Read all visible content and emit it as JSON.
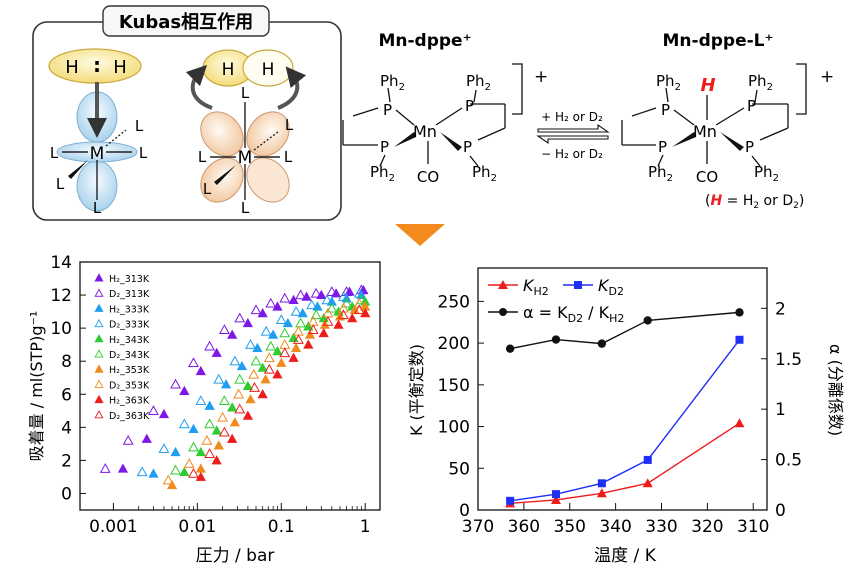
{
  "kubas": {
    "title": "Kubas相互作用",
    "h": "H",
    "colon": ":",
    "m": "M",
    "l": "L"
  },
  "complex1": {
    "name": "Mn-dppe⁺",
    "charge": "+",
    "p": "P",
    "ph2": "Ph",
    "sub2": "2",
    "mn": "Mn",
    "co": "CO"
  },
  "complex2": {
    "name": "Mn-dppe-L⁺",
    "charge": "+",
    "h_label": "H",
    "note_open": "(",
    "note_h": "H",
    "note_rest": " = H",
    "note_sub": "2",
    "note_or": " or D",
    "note_close": ")"
  },
  "equilibrium": {
    "forward": "+ H₂ or D₂",
    "reverse": "− H₂ or D₂"
  },
  "colors": {
    "h2": "#ee1c1c",
    "d2": "#1f2ff5",
    "alpha": "#111111",
    "arrow": "#f28a1e",
    "h2_313": "#7e18e6",
    "h2_333": "#1f9df0",
    "h2_343": "#2ecc2e",
    "h2_353": "#f08a1e",
    "h2_363": "#ee1c1c"
  },
  "chart_data": [
    {
      "type": "scatter",
      "title": "",
      "xlabel": "圧力 / bar",
      "ylabel": "吸着量 / ml(STP)g⁻¹",
      "xscale": "log",
      "xlim": [
        0.0004,
        1.5
      ],
      "ylim": [
        -1,
        14
      ],
      "xticks": [
        0.001,
        0.01,
        0.1,
        1
      ],
      "xtick_labels": [
        "0.001",
        "0.01",
        "0.1",
        "1"
      ],
      "yticks": [
        0,
        2,
        4,
        6,
        8,
        10,
        12,
        14
      ],
      "legend": "top-left",
      "series": [
        {
          "name": "H₂_313K",
          "marker": "filled",
          "color": "#7e18e6",
          "x": [
            0.0013,
            0.0025,
            0.004,
            0.007,
            0.011,
            0.017,
            0.026,
            0.04,
            0.06,
            0.09,
            0.14,
            0.2,
            0.3,
            0.45,
            0.65,
            0.95
          ],
          "y": [
            1.5,
            3.3,
            4.8,
            6.2,
            7.4,
            8.5,
            9.6,
            10.3,
            10.9,
            11.3,
            11.7,
            11.9,
            12.0,
            12.1,
            12.2,
            12.3
          ]
        },
        {
          "name": "D₂_313K",
          "marker": "open",
          "color": "#7e18e6",
          "x": [
            0.0008,
            0.0015,
            0.003,
            0.0055,
            0.009,
            0.014,
            0.021,
            0.032,
            0.05,
            0.075,
            0.11,
            0.17,
            0.26,
            0.4,
            0.6,
            0.9
          ],
          "y": [
            1.5,
            3.2,
            5.0,
            6.6,
            7.9,
            8.9,
            9.9,
            10.6,
            11.1,
            11.5,
            11.8,
            12.0,
            12.1,
            12.2,
            12.2,
            12.3
          ]
        },
        {
          "name": "H₂_333K",
          "marker": "filled",
          "color": "#1f9df0",
          "x": [
            0.003,
            0.0055,
            0.009,
            0.014,
            0.022,
            0.034,
            0.052,
            0.08,
            0.12,
            0.18,
            0.27,
            0.4,
            0.6,
            0.9
          ],
          "y": [
            1.2,
            2.5,
            3.9,
            5.3,
            6.6,
            7.7,
            8.8,
            9.6,
            10.3,
            10.9,
            11.3,
            11.6,
            11.8,
            12.0
          ]
        },
        {
          "name": "D₂_333K",
          "marker": "open",
          "color": "#1f9df0",
          "x": [
            0.0022,
            0.004,
            0.007,
            0.011,
            0.018,
            0.028,
            0.043,
            0.066,
            0.1,
            0.15,
            0.23,
            0.35,
            0.55,
            0.85
          ],
          "y": [
            1.3,
            2.7,
            4.2,
            5.6,
            6.9,
            8.0,
            9.0,
            9.8,
            10.5,
            11.0,
            11.4,
            11.7,
            11.9,
            12.1
          ]
        },
        {
          "name": "H₂_343K",
          "marker": "filled",
          "color": "#2ecc2e",
          "x": [
            0.007,
            0.011,
            0.017,
            0.026,
            0.04,
            0.06,
            0.09,
            0.14,
            0.21,
            0.32,
            0.48,
            0.7,
            1.0
          ],
          "y": [
            1.3,
            2.5,
            3.8,
            5.2,
            6.5,
            7.6,
            8.6,
            9.4,
            10.1,
            10.6,
            11.0,
            11.3,
            11.6
          ]
        },
        {
          "name": "D₂_343K",
          "marker": "open",
          "color": "#2ecc2e",
          "x": [
            0.0055,
            0.009,
            0.014,
            0.021,
            0.032,
            0.05,
            0.075,
            0.11,
            0.17,
            0.26,
            0.4,
            0.6,
            0.9
          ],
          "y": [
            1.4,
            2.8,
            4.2,
            5.6,
            6.9,
            8.0,
            8.9,
            9.7,
            10.3,
            10.8,
            11.2,
            11.5,
            11.7
          ]
        },
        {
          "name": "H₂_353K",
          "marker": "filled",
          "color": "#f08a1e",
          "x": [
            0.005,
            0.011,
            0.018,
            0.028,
            0.043,
            0.065,
            0.1,
            0.15,
            0.22,
            0.33,
            0.5,
            0.75,
            1.0
          ],
          "y": [
            0.5,
            1.5,
            2.9,
            4.3,
            5.7,
            6.9,
            7.9,
            8.8,
            9.6,
            10.2,
            10.7,
            11.1,
            11.3
          ]
        },
        {
          "name": "D₂_353K",
          "marker": "open",
          "color": "#f08a1e",
          "x": [
            0.0045,
            0.008,
            0.013,
            0.02,
            0.031,
            0.047,
            0.072,
            0.11,
            0.16,
            0.24,
            0.36,
            0.55,
            0.85
          ],
          "y": [
            0.8,
            1.8,
            3.2,
            4.6,
            6.0,
            7.2,
            8.2,
            9.0,
            9.8,
            10.4,
            10.9,
            11.2,
            11.5
          ]
        },
        {
          "name": "H₂_363K",
          "marker": "filled",
          "color": "#ee1c1c",
          "x": [
            0.011,
            0.017,
            0.026,
            0.04,
            0.06,
            0.09,
            0.14,
            0.21,
            0.32,
            0.48,
            0.7,
            1.0
          ],
          "y": [
            1.0,
            2.0,
            3.3,
            4.7,
            6.0,
            7.2,
            8.2,
            9.0,
            9.7,
            10.2,
            10.6,
            10.9
          ]
        },
        {
          "name": "D₂_363K",
          "marker": "open",
          "color": "#ee1c1c",
          "x": [
            0.009,
            0.014,
            0.021,
            0.032,
            0.048,
            0.072,
            0.11,
            0.16,
            0.24,
            0.36,
            0.55,
            0.85
          ],
          "y": [
            1.2,
            2.4,
            3.7,
            5.1,
            6.4,
            7.5,
            8.5,
            9.3,
            9.9,
            10.4,
            10.8,
            11.1
          ]
        }
      ]
    },
    {
      "type": "line",
      "title": "",
      "xlabel": "温度 / K",
      "ylabel": "K (平衡定数)",
      "y2label": "α (分離係数)",
      "xlim": [
        370,
        307
      ],
      "xreversed": true,
      "ylim": [
        0,
        290
      ],
      "y2lim": [
        0,
        2.4
      ],
      "xticks": [
        370,
        360,
        350,
        340,
        330,
        320,
        310
      ],
      "yticks": [
        0,
        50,
        100,
        150,
        200,
        250
      ],
      "y2ticks": [
        0,
        0.5,
        1,
        1.5,
        2
      ],
      "y2tick_labels": [
        "0",
        "0.5",
        "1",
        "1.5",
        "2"
      ],
      "legend": "top-left",
      "x": [
        363,
        353,
        343,
        333,
        313
      ],
      "series": [
        {
          "name_main": "K",
          "name_sub": "H2",
          "axis": "left",
          "marker": "triangle",
          "color": "#ee1c1c",
          "values": [
            8,
            12,
            20,
            32,
            104
          ]
        },
        {
          "name_main": "K",
          "name_sub": "D2",
          "axis": "left",
          "marker": "square",
          "color": "#1f2ff5",
          "values": [
            11,
            19,
            32,
            60,
            204
          ]
        },
        {
          "name_main": "α = K",
          "name_sub": "D2",
          "name_tail": " / K",
          "name_sub2": "H2",
          "axis": "right",
          "marker": "circle",
          "color": "#111111",
          "values": [
            1.6,
            1.69,
            1.65,
            1.88,
            1.96
          ]
        }
      ]
    }
  ]
}
